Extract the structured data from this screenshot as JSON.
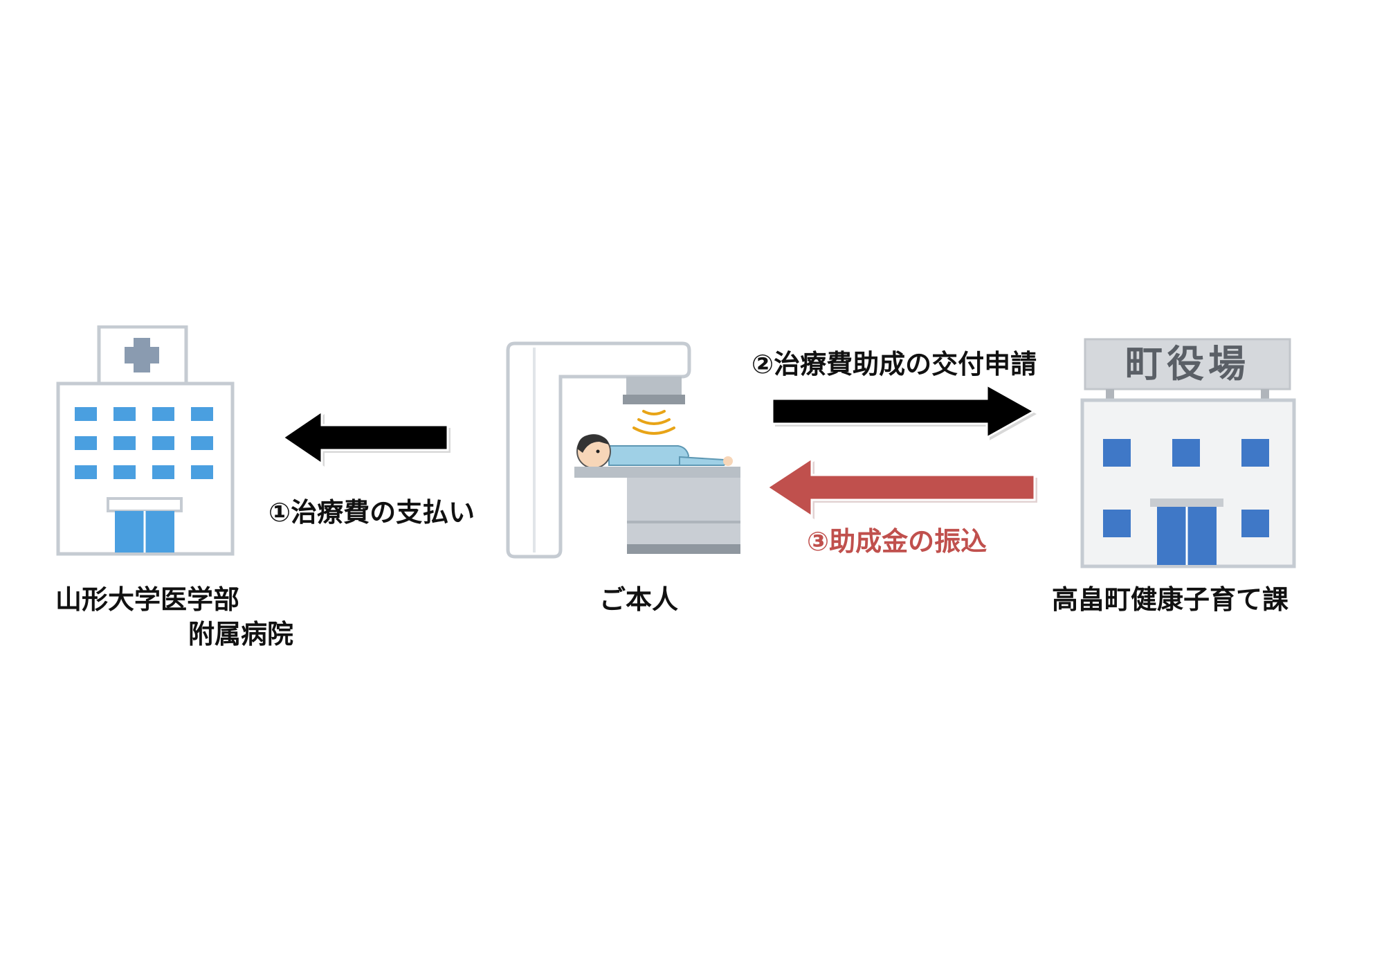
{
  "hospital": {
    "name_line1": "山形大学医学部",
    "name_line2": "附属病院",
    "icon": "hospital-icon"
  },
  "patient": {
    "label": "ご本人",
    "icon": "radiation-therapy-patient-icon"
  },
  "town_office": {
    "sign": "町役場",
    "label": "高畠町健康子育て課",
    "icon": "town-hall-icon"
  },
  "steps": [
    {
      "label": "①治療費の支払い",
      "color": "#111111"
    },
    {
      "label": "②治療費助成の交付申請",
      "color": "#111111"
    },
    {
      "label": "③助成金の振込",
      "color": "#c0504d"
    }
  ],
  "colors": {
    "window_blue": "#4a9fe0",
    "office_window_blue": "#3f78c7",
    "arrow_black": "#000000",
    "arrow_red": "#c0504d"
  }
}
